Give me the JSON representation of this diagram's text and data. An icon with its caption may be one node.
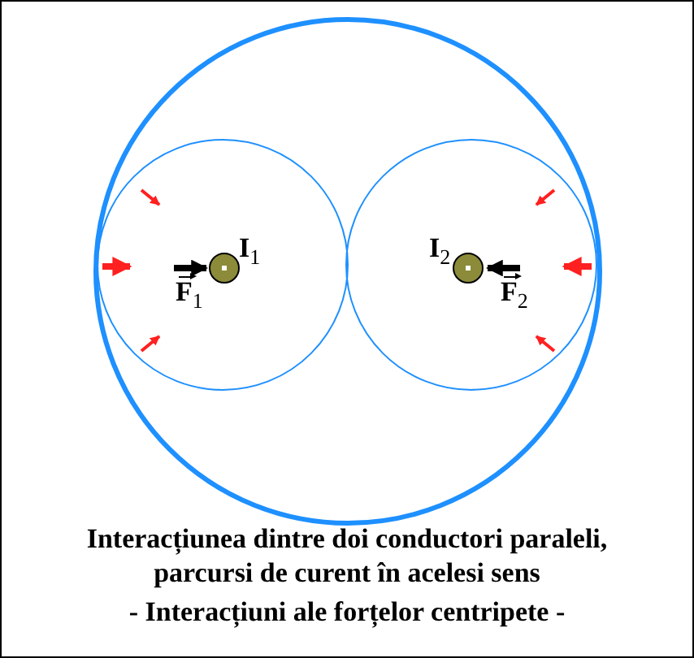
{
  "diagram": {
    "title": "Interacțiunea dintre doi conductori paraleli, parcursi de curent în acelesi sens",
    "caption": "- Interacțiuni ale forțelor centripete -",
    "labels": [
      "I$_{1}$",
      "I$_{2}$",
      "F$_{1}$",
      "F$_{2}$"
    ]
  }
}
